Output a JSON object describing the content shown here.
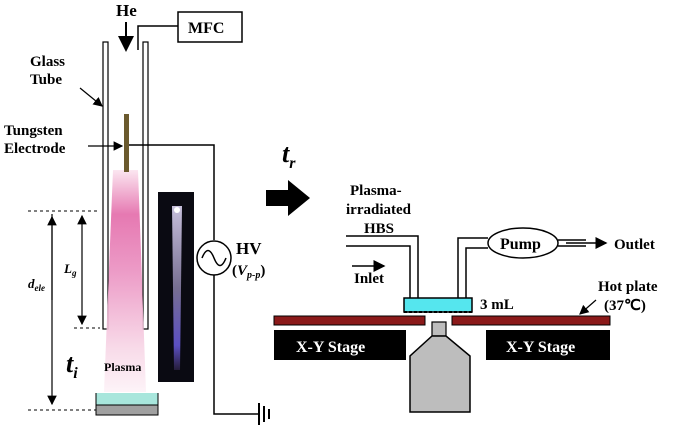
{
  "labels": {
    "he": "He",
    "mfc": "MFC",
    "glass_tube_1": "Glass",
    "glass_tube_2": "Tube",
    "tungsten_1": "Tungsten",
    "tungsten_2": "Electrode",
    "lg": "L",
    "lg_sub": "g",
    "dele": "d",
    "dele_sub": "ele",
    "ti": "t",
    "ti_sub": "i",
    "plasma": "Plasma",
    "hv": "HV",
    "vpp_open": "(",
    "vpp": "V",
    "vpp_sub": "p-p",
    "vpp_close": ")",
    "tr": "t",
    "tr_sub": "r",
    "irradiated_1": "Plasma-",
    "irradiated_2": "irradiated",
    "irradiated_3": "HBS",
    "inlet": "Inlet",
    "pump": "Pump",
    "outlet": "Outlet",
    "hot_plate_1": "Hot plate",
    "hot_plate_2": "(37℃)",
    "volume": "3 mL",
    "stage_left": "X-Y Stage",
    "stage_right": "X-Y Stage"
  },
  "colors": {
    "hot_plate": "#8b1a1a",
    "stage": "#000000",
    "liquid": "#55e6ee",
    "electrode": "#6b5a2e",
    "plasma": "#e06aaa",
    "well_liquid": "#a8e6dc",
    "well_base": "#a0a0a0",
    "objective": "#bdbdbd"
  }
}
